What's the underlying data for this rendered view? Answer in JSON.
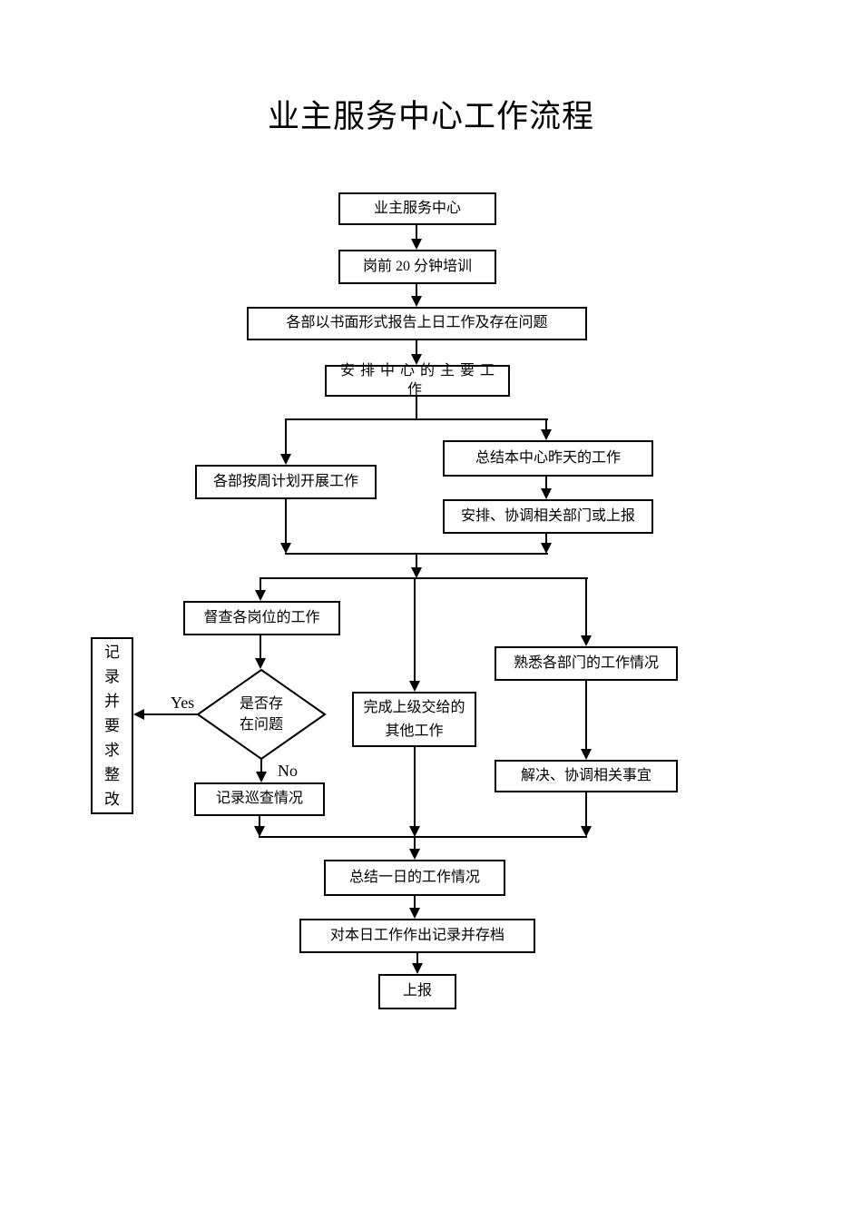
{
  "page": {
    "title": "业主服务中心工作流程"
  },
  "flowchart": {
    "nodes": {
      "start": {
        "label": "业主服务中心"
      },
      "training": {
        "label": "岗前 20 分钟培训"
      },
      "report_previous": {
        "label": "各部以书面形式报告上日工作及存在问题"
      },
      "arrange_main": {
        "label": "安排中心的主要工作"
      },
      "weekly_plan": {
        "label": "各部按周计划开展工作"
      },
      "summarize_yesterday": {
        "label": "总结本中心昨天的工作"
      },
      "coordinate_depts": {
        "label": "安排、协调相关部门或上报"
      },
      "supervise_posts": {
        "label": "督查各岗位的工作"
      },
      "record_rectify": {
        "label": "记录并要求整改"
      },
      "problem_decision": {
        "lines": [
          "是否存",
          "在问题"
        ]
      },
      "patrol_record": {
        "label": "记录巡查情况"
      },
      "complete_other": {
        "lines": [
          "完成上级交给的",
          "其他工作"
        ]
      },
      "familiarize": {
        "label": "熟悉各部门的工作情况"
      },
      "resolve_matters": {
        "label": "解决、协调相关事宜"
      },
      "daily_summary": {
        "label": "总结一日的工作情况"
      },
      "record_archive": {
        "label": "对本日工作作出记录并存档"
      },
      "report_up": {
        "label": "上报"
      }
    },
    "edge_labels": {
      "yes": "Yes",
      "no": "No"
    },
    "colors": {
      "line": "#000000",
      "node_fill": "#ffffff",
      "text": "#000000",
      "background": "#ffffff"
    }
  }
}
